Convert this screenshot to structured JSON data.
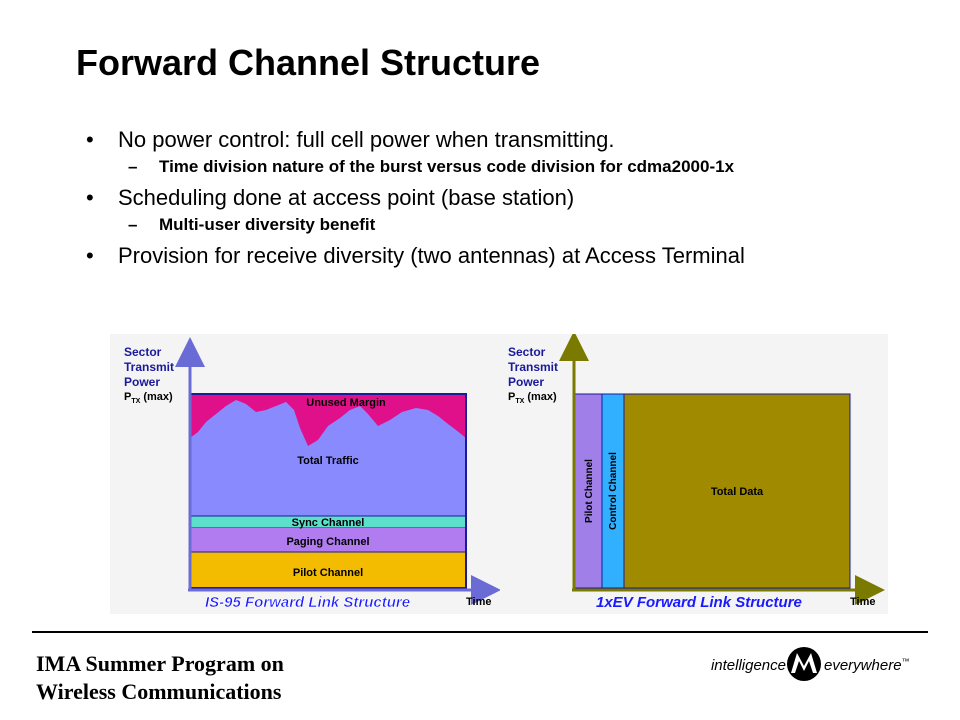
{
  "title": "Forward Channel Structure",
  "bullets": [
    {
      "text": "No power control: full cell power when transmitting.",
      "sub": [
        "Time division nature of the burst versus code division for cdma2000-1x"
      ]
    },
    {
      "text": "Scheduling done at access point (base station)",
      "sub": [
        "Multi-user diversity benefit"
      ]
    },
    {
      "text": "Provision for receive diversity (two antennas) at Access Terminal",
      "sub": []
    }
  ],
  "sub_dash": "–",
  "left_diagram": {
    "y_label": [
      "Sector",
      "Transmit",
      "Power"
    ],
    "ptx": "P",
    "ptx_sub": "TX",
    "ptx_tail": " (max)",
    "unused_margin": "Unused Margin",
    "total_traffic": "Total Traffic",
    "sync_channel": "Sync Channel",
    "paging_channel": "Paging Channel",
    "pilot_channel": "Pilot Channel",
    "caption": "IS-95 Forward Link Structure",
    "time_label": "Time"
  },
  "right_diagram": {
    "y_label": [
      "Sector",
      "Transmit",
      "Power"
    ],
    "ptx": "P",
    "ptx_sub": "TX",
    "ptx_tail": " (max)",
    "pilot_channel": "Pilot Channel",
    "control_channel": "Control Channel",
    "total_data": "Total Data",
    "caption": "1xEV Forward Link Structure",
    "time_label": "Time"
  },
  "footer": {
    "line1": "IMA Summer Program on",
    "line2": "Wireless Communications",
    "logo_left": "intelligence",
    "logo_right": "everywhere",
    "logo_tm": "™"
  },
  "colors": {
    "axis": "#6b6bd6",
    "unused_margin": "#e0108a",
    "total_traffic": "#8a8aff",
    "sync": "#5ce0cc",
    "paging": "#b07cf0",
    "pilot_left": "#f4bc00",
    "border_left": "#1a1a9a",
    "axis_right": "#7a7a00",
    "pilot_right": "#a080e8",
    "control_right": "#30b0ff",
    "total_data": "#a08a00",
    "caption": "#1a1aff"
  }
}
